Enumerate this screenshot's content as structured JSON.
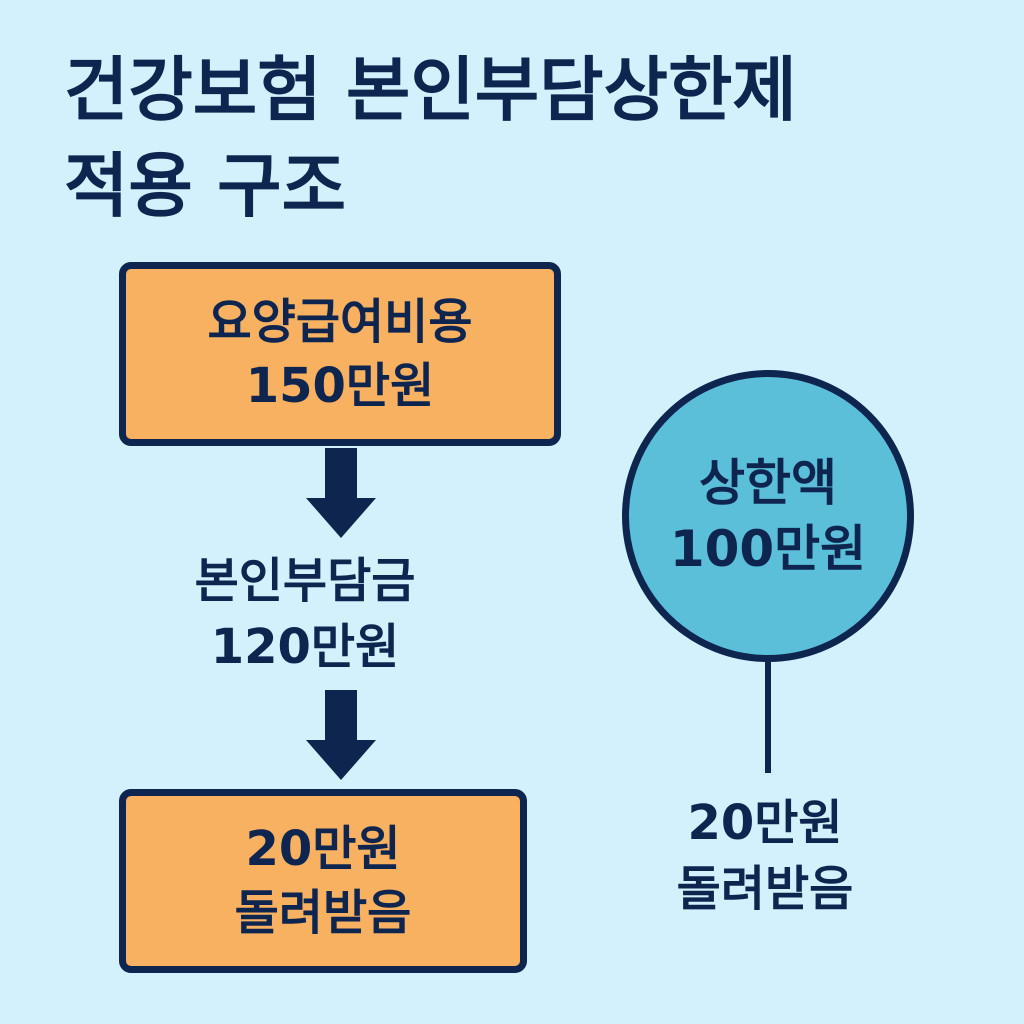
{
  "title": {
    "line1": "건강보험 본인부담상한제",
    "line2": "적용 구조"
  },
  "medical_cost_box": {
    "line1": "요양급여비용",
    "line2": "150만원"
  },
  "out_of_pocket": {
    "line1": "본인부담금",
    "line2": "120만원"
  },
  "refund_box": {
    "line1": "20만원",
    "line2": "돌려받음"
  },
  "cap_circle": {
    "line1": "상한액",
    "line2": "100만원"
  },
  "refund_right": {
    "line1": "20만원",
    "line2": "돌려받음"
  },
  "colors": {
    "background": "#d3f1fc",
    "navy": "#0e2550",
    "orange": "#f8b061",
    "teal": "#5bbfd9"
  }
}
